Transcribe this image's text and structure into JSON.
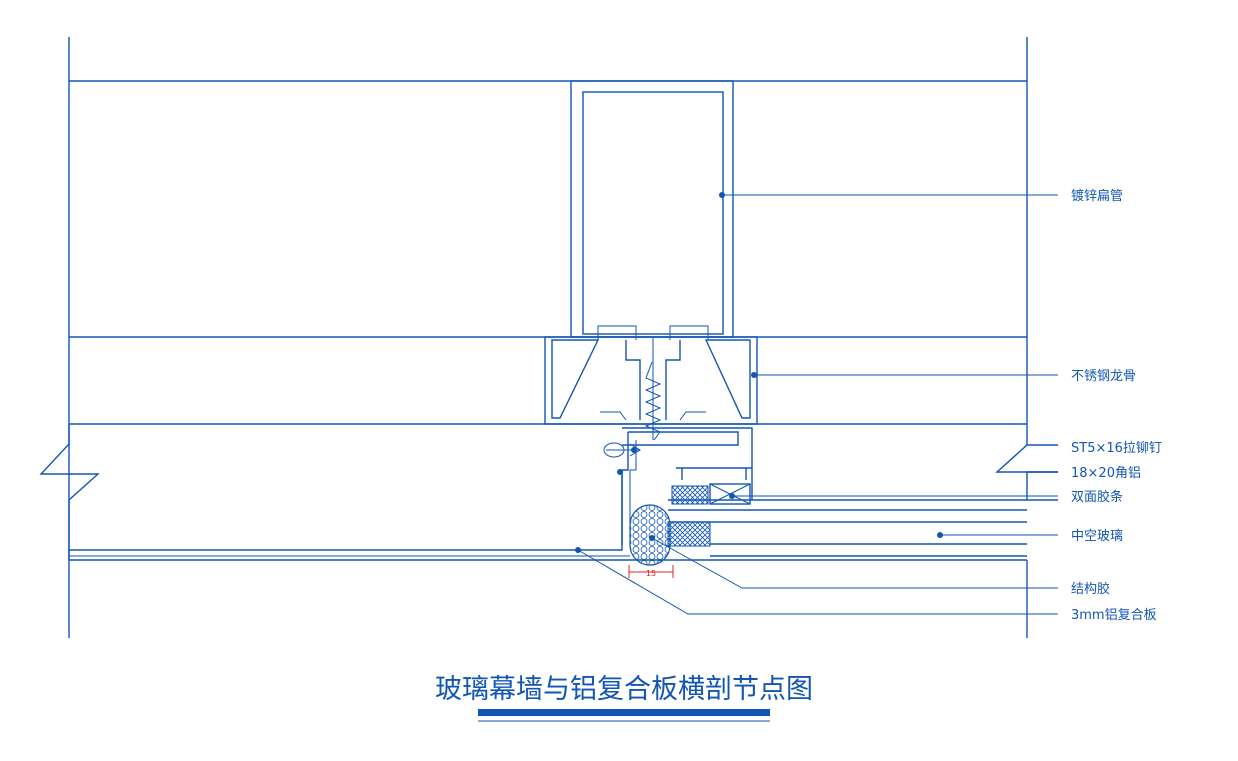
{
  "title": "玻璃幕墙与铝复合板横剖节点图",
  "dimension": "15",
  "labels": [
    {
      "id": "galv",
      "text": "镀锌扁管"
    },
    {
      "id": "steel",
      "text": "不锈钢龙骨"
    },
    {
      "id": "rivet",
      "text": "ST5×16拉铆钉"
    },
    {
      "id": "angle",
      "text": "18×20角铝"
    },
    {
      "id": "tape",
      "text": "双面胶条"
    },
    {
      "id": "glass",
      "text": "中空玻璃"
    },
    {
      "id": "sealant",
      "text": "结构胶"
    },
    {
      "id": "panel",
      "text": "3mm铝复合板"
    }
  ],
  "colors": {
    "line": "#1256b4",
    "dimension": "#e02020",
    "title_bar": "#1256b4"
  }
}
